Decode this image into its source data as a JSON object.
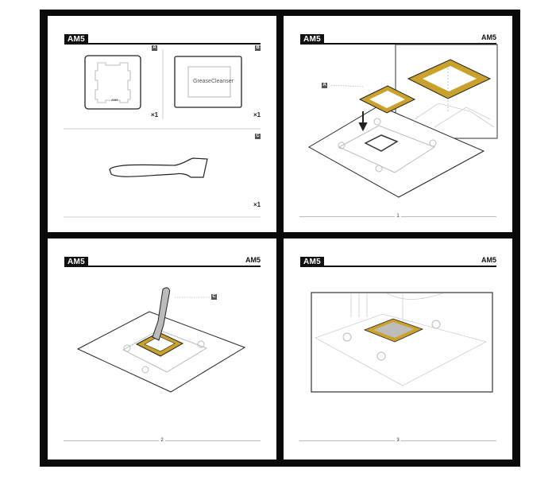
{
  "pages": [
    {
      "header": "AM5",
      "labels": {
        "a": "A",
        "b": "B",
        "c": "C"
      },
      "frame_text": "AM5",
      "cleaner_text": "GreaseCleanser",
      "qty_a": "×1",
      "qty_b": "×1",
      "qty_c": "×1"
    },
    {
      "header": "AM5",
      "header_right": "AM5",
      "label": "A",
      "page_number": "1"
    },
    {
      "header": "AM5",
      "header_right": "AM5",
      "label": "C",
      "page_number": "2"
    },
    {
      "header": "AM5",
      "header_right": "AM5",
      "page_number": "3"
    }
  ],
  "colors": {
    "accent": "#c9a12b",
    "frame": "#0a0a0a"
  }
}
